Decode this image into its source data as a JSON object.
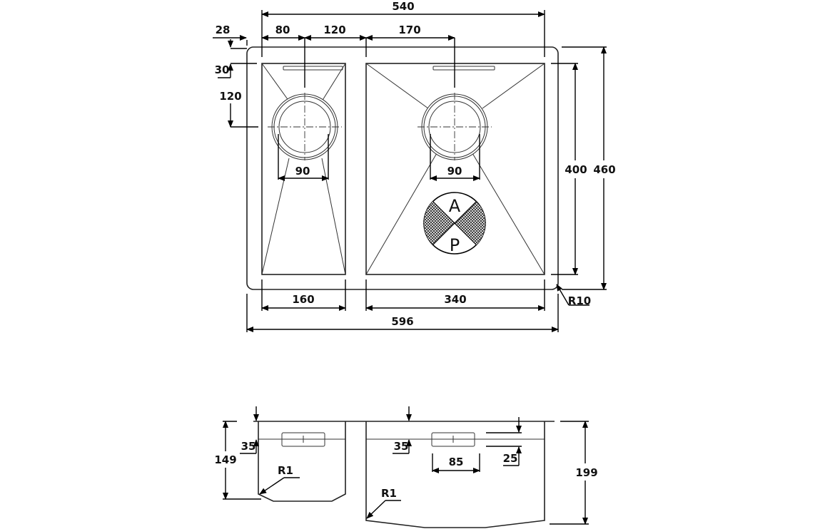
{
  "drawing": {
    "title": "Double bowl undermount sink technical drawing",
    "plan_view": {
      "dimensions": {
        "overall_bowls_width": "540",
        "flange_offset": "28",
        "small_drain_offset": "80",
        "bowl_gap_to_large": "120",
        "large_drain_offset": "170",
        "top_offset": "30",
        "drain_depth": "120",
        "small_drain_width": "90",
        "large_drain_width": "90",
        "bowl_length": "400",
        "overall_length": "460",
        "small_bowl_width": "160",
        "large_bowl_width": "340",
        "overall_width": "596",
        "corner_radius": "R10"
      },
      "logo": {
        "top_letter": "A",
        "bottom_letter": "P"
      }
    },
    "side_view": {
      "dimensions": {
        "small_bowl_depth": "149",
        "large_bowl_depth": "199",
        "small_overflow_height": "35",
        "large_overflow_height": "35",
        "overflow_width": "85",
        "overflow_slot_height": "25",
        "small_radius": "R1",
        "large_radius": "R1"
      }
    }
  }
}
